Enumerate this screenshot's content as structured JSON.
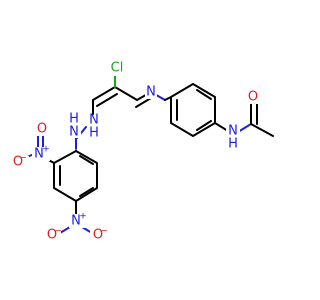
{
  "molecule": {
    "labels": {
      "cl": "Cl",
      "n_imine": "N",
      "n_hydrazine_1": "N",
      "h_hydrazine_1": "H",
      "n_hydrazine_2": "N",
      "h_hydrazine_2": "H",
      "n_amide": "N",
      "h_amide": "H",
      "o_carbonyl": "O",
      "nitro_top_n": "N",
      "nitro_top_plus": "+",
      "nitro_top_o_left": "O",
      "nitro_top_o_left_minus": "−",
      "nitro_top_o_bottom": "O",
      "nitro_bottom_n": "N",
      "nitro_bottom_plus": "+",
      "nitro_bottom_o_left": "O",
      "nitro_bottom_o_left_minus": "−",
      "nitro_bottom_o_right": "O",
      "nitro_bottom_o_right_minus": "−"
    },
    "colors": {
      "carbon_bond": "#000000",
      "nitrogen": "#1e1ee0",
      "oxygen": "#e01e1e",
      "chlorine": "#1aa51a",
      "background": "#ffffff"
    }
  }
}
